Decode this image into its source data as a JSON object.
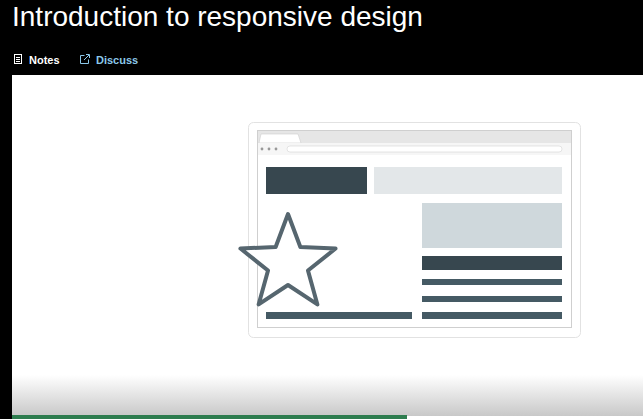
{
  "diagram": {
    "title": "Introduction to responsive design",
    "labels": [
      "Notes",
      "Discuss"
    ]
  }
}
